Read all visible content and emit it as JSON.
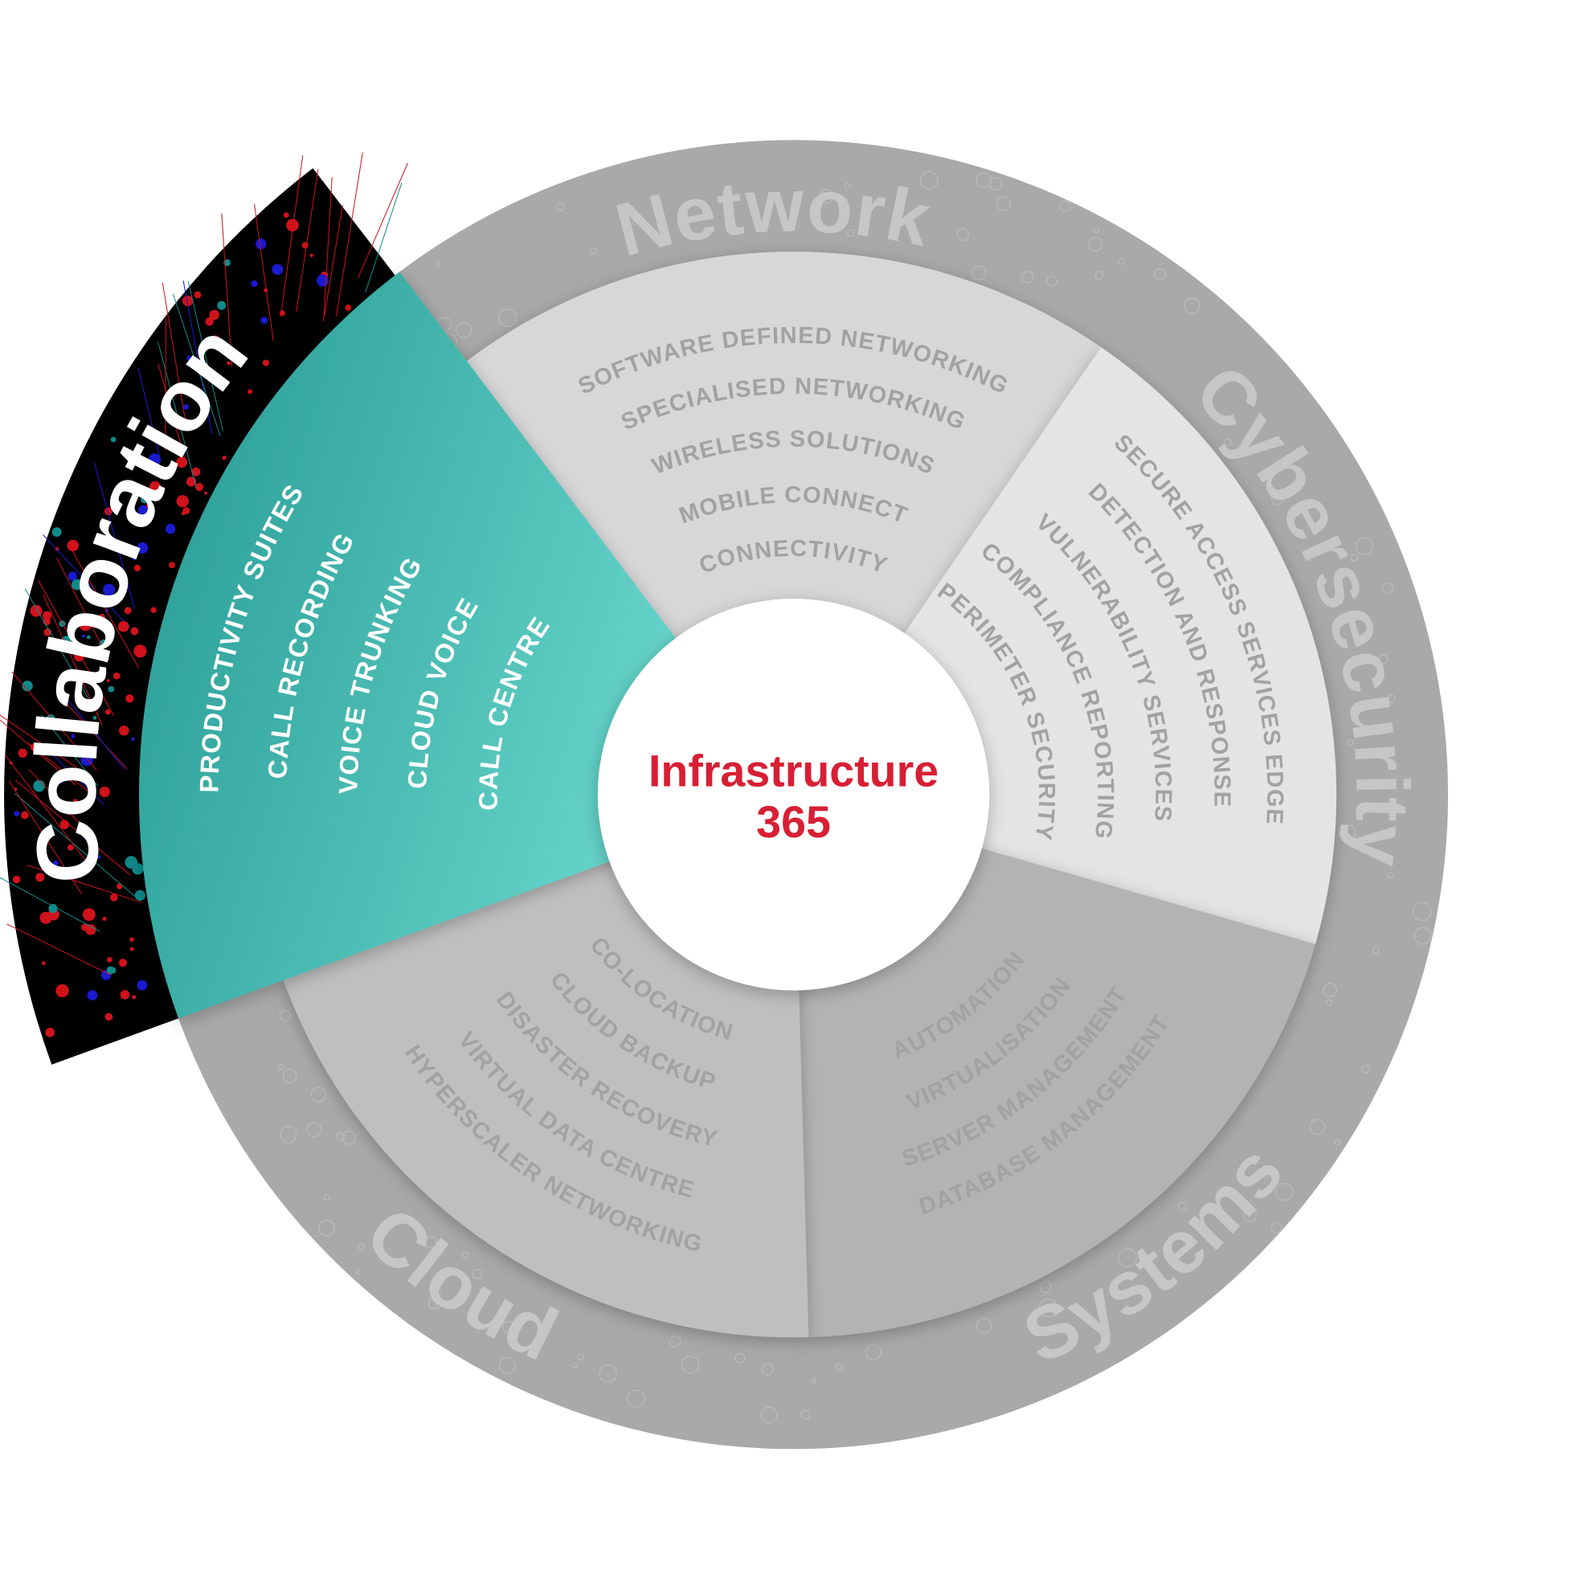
{
  "center": {
    "line1": "Infrastructure",
    "line2": "365"
  },
  "segments": {
    "network": {
      "label": "Network",
      "items": [
        "SOFTWARE DEFINED NETWORKING",
        "SPECIALISED NETWORKING",
        "WIRELESS SOLUTIONS",
        "MOBILE CONNECT",
        "CONNECTIVITY"
      ]
    },
    "cybersecurity": {
      "label": "Cybersecurity",
      "items": [
        "SECURE ACCESS SERVICES EDGE",
        "DETECTION AND RESPONSE",
        "VULNERABILITY SERVICES",
        "COMPLIANCE  REPORTING",
        "PERIMETER SECURITY"
      ]
    },
    "systems": {
      "label": "Systems",
      "items": [
        "AUTOMATION",
        "VIRTUALISATION",
        "SERVER MANAGEMENT",
        "DATABASE MANAGEMENT"
      ]
    },
    "cloud": {
      "label": "Cloud",
      "items": [
        "CO-LOCATION",
        "CLOUD BACKUP",
        "DISASTER RECOVERY",
        "VIRTUAL DATA CENTRE",
        "HYPERSCALER NETWORKING"
      ]
    },
    "collaboration": {
      "label": "Collaboration",
      "highlighted": true,
      "items": [
        "PRODUCTIVITY SUITES",
        "CALL RECORDING",
        "VOICE TRUNKING",
        "CLOUD VOICE",
        "CALL CENTRE"
      ]
    }
  },
  "colors": {
    "accent_red": "#d71f34",
    "teal_dark": "#2fa29b",
    "teal_light": "#6cd9cf",
    "ring": "#a9a9a9",
    "network": "#d7d7d7",
    "cybersecurity": "#e4e4e4",
    "systems": "#b3b3b3",
    "cloud": "#bfbfbf"
  }
}
